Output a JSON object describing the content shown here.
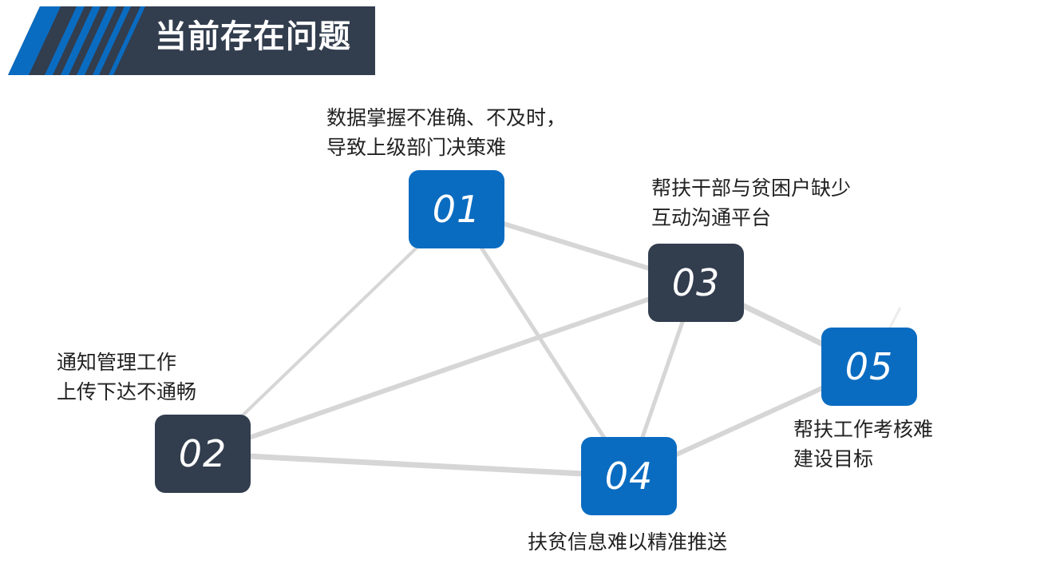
{
  "header": {
    "title": "当前存在问题"
  },
  "colors": {
    "accent_blue": "#0a6cc1",
    "dark_navy": "#323d4e",
    "link_gray": "#d6d6d6",
    "text": "#222222"
  },
  "nodes": [
    {
      "id": "n01",
      "number": "01",
      "style": "blue",
      "caption": [
        "数据掌握不准确、不及时，",
        "导致上级部门决策难"
      ]
    },
    {
      "id": "n02",
      "number": "02",
      "style": "dark",
      "caption": [
        "通知管理工作",
        "上传下达不通畅"
      ]
    },
    {
      "id": "n03",
      "number": "03",
      "style": "dark",
      "caption": [
        "帮扶干部与贫困户缺少",
        "互动沟通平台"
      ]
    },
    {
      "id": "n04",
      "number": "04",
      "style": "blue",
      "caption": [
        "扶贫信息难以精准推送"
      ]
    },
    {
      "id": "n05",
      "number": "05",
      "style": "blue",
      "caption": [
        "帮扶工作考核难",
        "建设目标"
      ]
    }
  ],
  "links": [
    [
      "n01",
      "n02"
    ],
    [
      "n01",
      "n03"
    ],
    [
      "n01",
      "n04"
    ],
    [
      "n02",
      "n03"
    ],
    [
      "n02",
      "n04"
    ],
    [
      "n03",
      "n04"
    ],
    [
      "n03",
      "n05"
    ],
    [
      "n04",
      "n05"
    ]
  ]
}
